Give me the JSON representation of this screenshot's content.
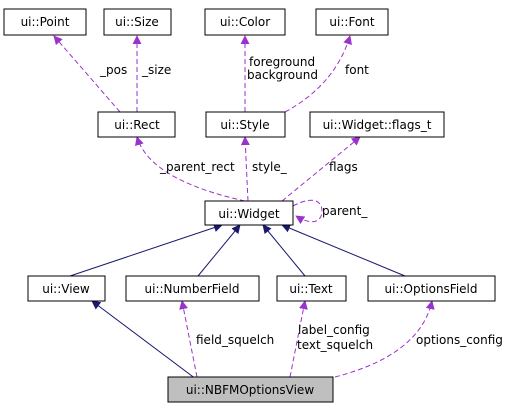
{
  "diagram": {
    "type": "class-collaboration-graph",
    "colors": {
      "inheritance": "#191970",
      "usage": "#9a32cd",
      "node_border": "#000000",
      "focus_fill": "#bfbfbf",
      "background": "#ffffff"
    },
    "nodes": {
      "point": "ui::Point",
      "size": "ui::Size",
      "color": "ui::Color",
      "font": "ui::Font",
      "rect": "ui::Rect",
      "style": "ui::Style",
      "flags": "ui::Widget::flags_t",
      "widget": "ui::Widget",
      "view": "ui::View",
      "numberfield": "ui::NumberField",
      "text": "ui::Text",
      "optionsfield": "ui::OptionsField",
      "nbfm": "ui::NBFMOptionsView"
    },
    "edge_labels": {
      "pos": "_pos",
      "size": "_size",
      "foreground": "foreground",
      "background": "background",
      "font": "font",
      "parent_rect": "_parent_rect",
      "style": "style_",
      "flags": "flags",
      "parent": "parent_",
      "field_squelch": "field_squelch",
      "label_config": "label_config",
      "text_squelch": "text_squelch",
      "options_config": "options_config"
    }
  }
}
